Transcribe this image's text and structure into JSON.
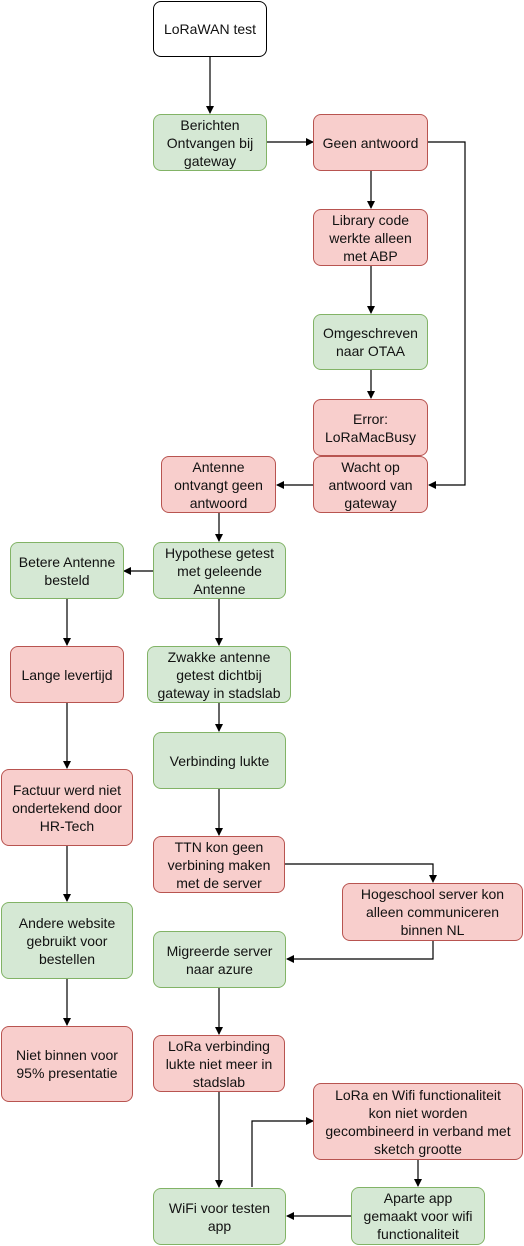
{
  "nodes": {
    "start": "LoRaWAN test",
    "berichten": "Berichten\nOntvangen bij\ngateway",
    "geen_antwoord": "Geen antwoord",
    "library": "Library code\nwerkte alleen\nmet ABP",
    "omgeschreven": "Omgeschreven\nnaar OTAA",
    "error": "Error:\nLoRaMacBusy",
    "wacht": "Wacht op\nantwoord van\ngateway",
    "antenne_ontvangt": "Antenne\nontvangt geen\nantwoord",
    "hypothese": "Hypothese getest\nmet geleende\nAntenne",
    "betere": "Betere Antenne\nbesteld",
    "zwakke": "Zwakke antenne\ngetest dichtbij\ngateway in stadslab",
    "lange": "Lange levertijd",
    "verbinding": "Verbinding lukte",
    "factuur": "Factuur werd niet\nondertekend door\nHR-Tech",
    "ttn": "TTN kon geen\nverbining maken\nmet de server",
    "hogeschool": "Hogeschool server kon\nalleen communiceren\nbinnen NL",
    "andere": "Andere website\ngebruikt voor\nbestellen",
    "migreerde": "Migreerde server\nnaar azure",
    "niet_binnen": "Niet binnen voor\n95% presentatie",
    "lora_verbinding": "LoRa verbinding\nlukte niet meer in\nstadslab",
    "lora_wifi": "LoRa en Wifi functionaliteit\nkon niet worden\ngecombineerd in verband met\nsketch grootte",
    "wifi": "WiFi voor testen\napp",
    "aparte": "Aparte app\ngemaakt voor wifi\nfunctionaliteit"
  },
  "colors": {
    "success_fill": "#d5e8d4",
    "success_stroke": "#82b366",
    "problem_fill": "#f8cecc",
    "problem_stroke": "#b85450",
    "start_fill": "#ffffff"
  }
}
